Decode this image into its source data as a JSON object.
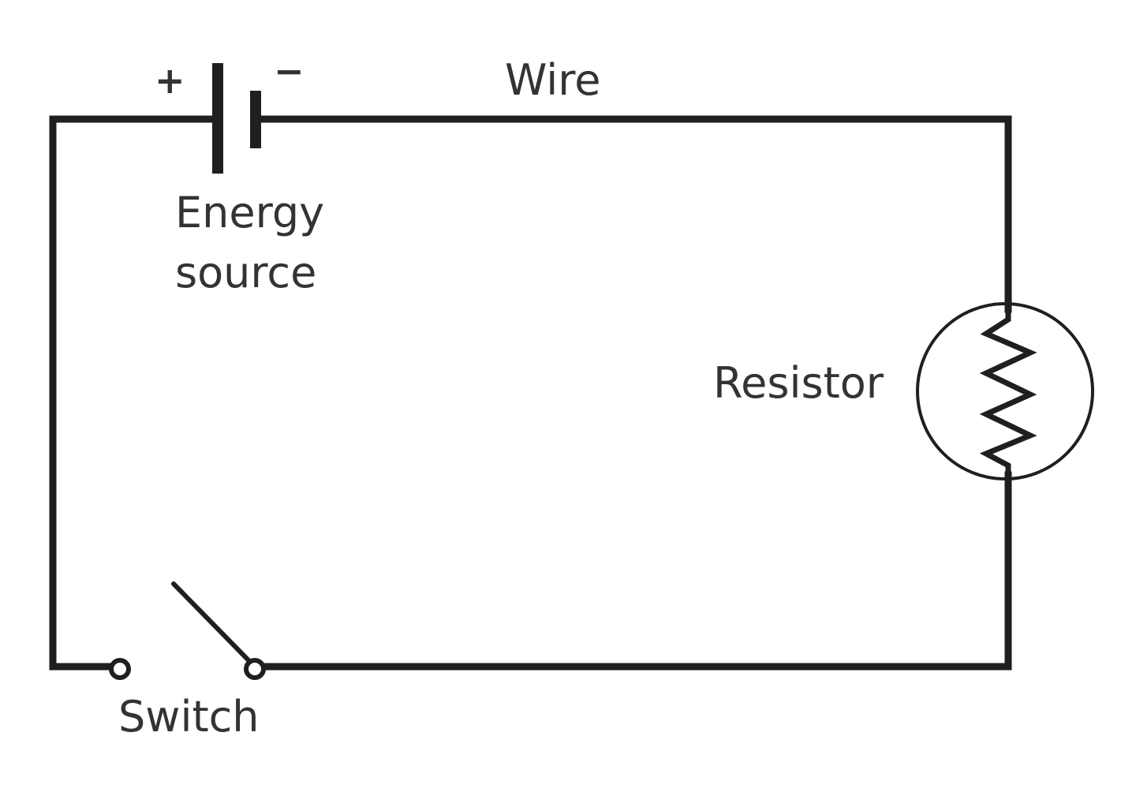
{
  "diagram": {
    "labels": {
      "positive": "+",
      "negative": "−",
      "wire": "Wire",
      "energy_source_line1": "Energy",
      "energy_source_line2": "source",
      "resistor": "Resistor",
      "switch": "Switch"
    },
    "components": [
      "battery",
      "wire",
      "resistor",
      "switch"
    ],
    "switch_state": "open",
    "colors": {
      "line": "#1f1f1f",
      "text": "#333333",
      "background": "#ffffff"
    }
  }
}
